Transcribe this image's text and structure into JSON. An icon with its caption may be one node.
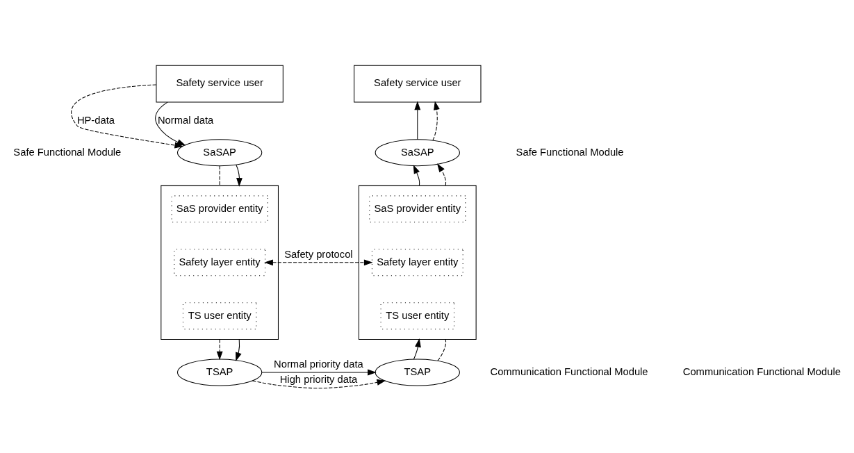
{
  "diagram": {
    "nodes": [
      {
        "text": [
          "Safety service user"
        ]
      },
      {
        "text": [
          "SaSAP"
        ]
      },
      {
        "text": [],
        "shape": "box"
      },
      {
        "text": [
          "SaS provider entity"
        ],
        "in": 2
      },
      {
        "text": [
          "Safety layer entity"
        ],
        "in": 2
      },
      {
        "text": [
          "TS user entity"
        ],
        "in": 2
      },
      {
        "text": [
          "TSAP"
        ]
      },
      {
        "text": [
          "Safety service user"
        ]
      },
      {
        "text": [
          "SaSAP"
        ]
      },
      {
        "text": [],
        "shape": "box"
      },
      {
        "text": [
          "SaS provider entity"
        ],
        "in": 9
      },
      {
        "text": [
          "Safety layer entity"
        ],
        "in": 9
      },
      {
        "text": [
          "TS user entity"
        ],
        "in": 9
      },
      {
        "text": [
          "TSAP"
        ]
      }
    ],
    "edges": [
      {
        "from": 0,
        "to": 1,
        "arrow": "to",
        "style": "dashed",
        "label": "HP-data"
      },
      {
        "from": 0,
        "to": 1,
        "arrow": "to",
        "label": "Normal data"
      },
      {
        "from": 1,
        "to": 2,
        "arrow": "none",
        "style": "dashed"
      },
      {
        "from": 1,
        "to": 2,
        "arrow": "to"
      },
      {
        "from": 2,
        "to": 6,
        "arrow": "to",
        "style": "dashed"
      },
      {
        "from": 2,
        "to": 6,
        "arrow": "to"
      },
      {
        "from": 4,
        "to": 11,
        "arrow": "both",
        "style": "dashed",
        "label": "Safety protocol"
      },
      {
        "from": 6,
        "to": 13,
        "arrow": "to",
        "label": "Normal priority data"
      },
      {
        "from": 6,
        "to": 13,
        "arrow": "to",
        "style": "dashed",
        "label": "High priority data"
      },
      {
        "from": 13,
        "to": 9,
        "arrow": "to"
      },
      {
        "from": 13,
        "to": 9,
        "arrow": "none",
        "style": "dashed"
      },
      {
        "from": 9,
        "to": 8,
        "arrow": "to"
      },
      {
        "from": 9,
        "to": 8,
        "arrow": "to",
        "style": "dashed"
      },
      {
        "from": 8,
        "to": 7,
        "arrow": "to"
      },
      {
        "from": 8,
        "to": 7,
        "arrow": "to",
        "style": "dashed"
      }
    ],
    "labels": [
      "Safe Functional Module",
      "Safe Functional Module",
      "Communication Functional Module",
      "Communication Functional Module"
    ]
  }
}
